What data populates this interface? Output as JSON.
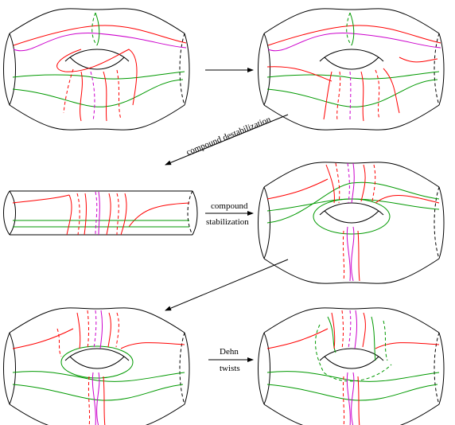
{
  "labels": {
    "compound_destabilization": "compound destabilization",
    "compound": "compound",
    "stabilization": "stabilization",
    "dehn": "Dehn",
    "twists": "twists"
  },
  "colors": {
    "outline": "#000000",
    "red": "#ff0000",
    "green": "#009900",
    "magenta": "#cc00cc",
    "background": "#ffffff"
  },
  "panels": [
    {
      "id": "top-left",
      "kind": "torus"
    },
    {
      "id": "top-right",
      "kind": "torus"
    },
    {
      "id": "middle-left",
      "kind": "cylinder"
    },
    {
      "id": "middle-right",
      "kind": "torus"
    },
    {
      "id": "bottom-left",
      "kind": "torus"
    },
    {
      "id": "bottom-right",
      "kind": "torus"
    }
  ]
}
